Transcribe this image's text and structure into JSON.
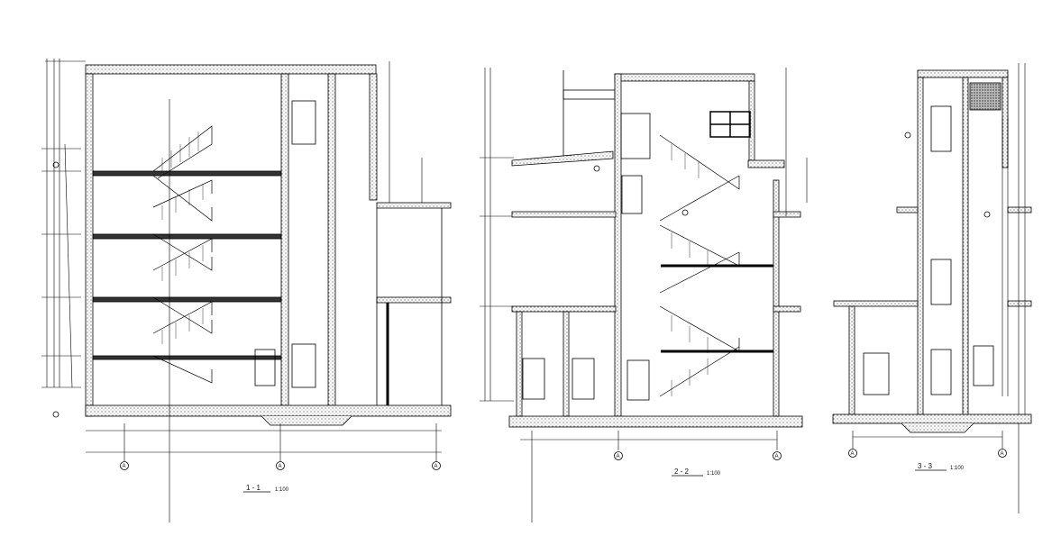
{
  "sections": [
    {
      "id": "s1",
      "title": "1 - 1",
      "scale": "1:100"
    },
    {
      "id": "s2",
      "title": "2 - 2",
      "scale": "1:100"
    },
    {
      "id": "s3",
      "title": "3 - 3",
      "scale": "1:100"
    }
  ],
  "grid_marks": [
    "A",
    "A",
    "A",
    "A",
    "A",
    "A",
    "A"
  ],
  "line_color": "#000000",
  "hatch_color": "#555555"
}
